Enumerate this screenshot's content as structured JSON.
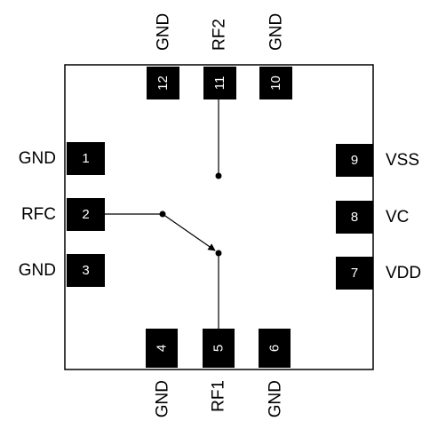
{
  "colors": {
    "pad": "#000000",
    "outline": "#000000",
    "pin_number_text": "#ffffff",
    "label_text": "#000000",
    "background": "#ffffff"
  },
  "pins": {
    "p1": {
      "number": "1",
      "label": "GND"
    },
    "p2": {
      "number": "2",
      "label": "RFC"
    },
    "p3": {
      "number": "3",
      "label": "GND"
    },
    "p4": {
      "number": "4",
      "label": "GND"
    },
    "p5": {
      "number": "5",
      "label": "RF1"
    },
    "p6": {
      "number": "6",
      "label": "GND"
    },
    "p7": {
      "number": "7",
      "label": "VDD"
    },
    "p8": {
      "number": "8",
      "label": "VC"
    },
    "p9": {
      "number": "9",
      "label": "VSS"
    },
    "p10": {
      "number": "10",
      "label": "GND"
    },
    "p11": {
      "number": "11",
      "label": "RF2"
    },
    "p12": {
      "number": "12",
      "label": "GND"
    }
  }
}
